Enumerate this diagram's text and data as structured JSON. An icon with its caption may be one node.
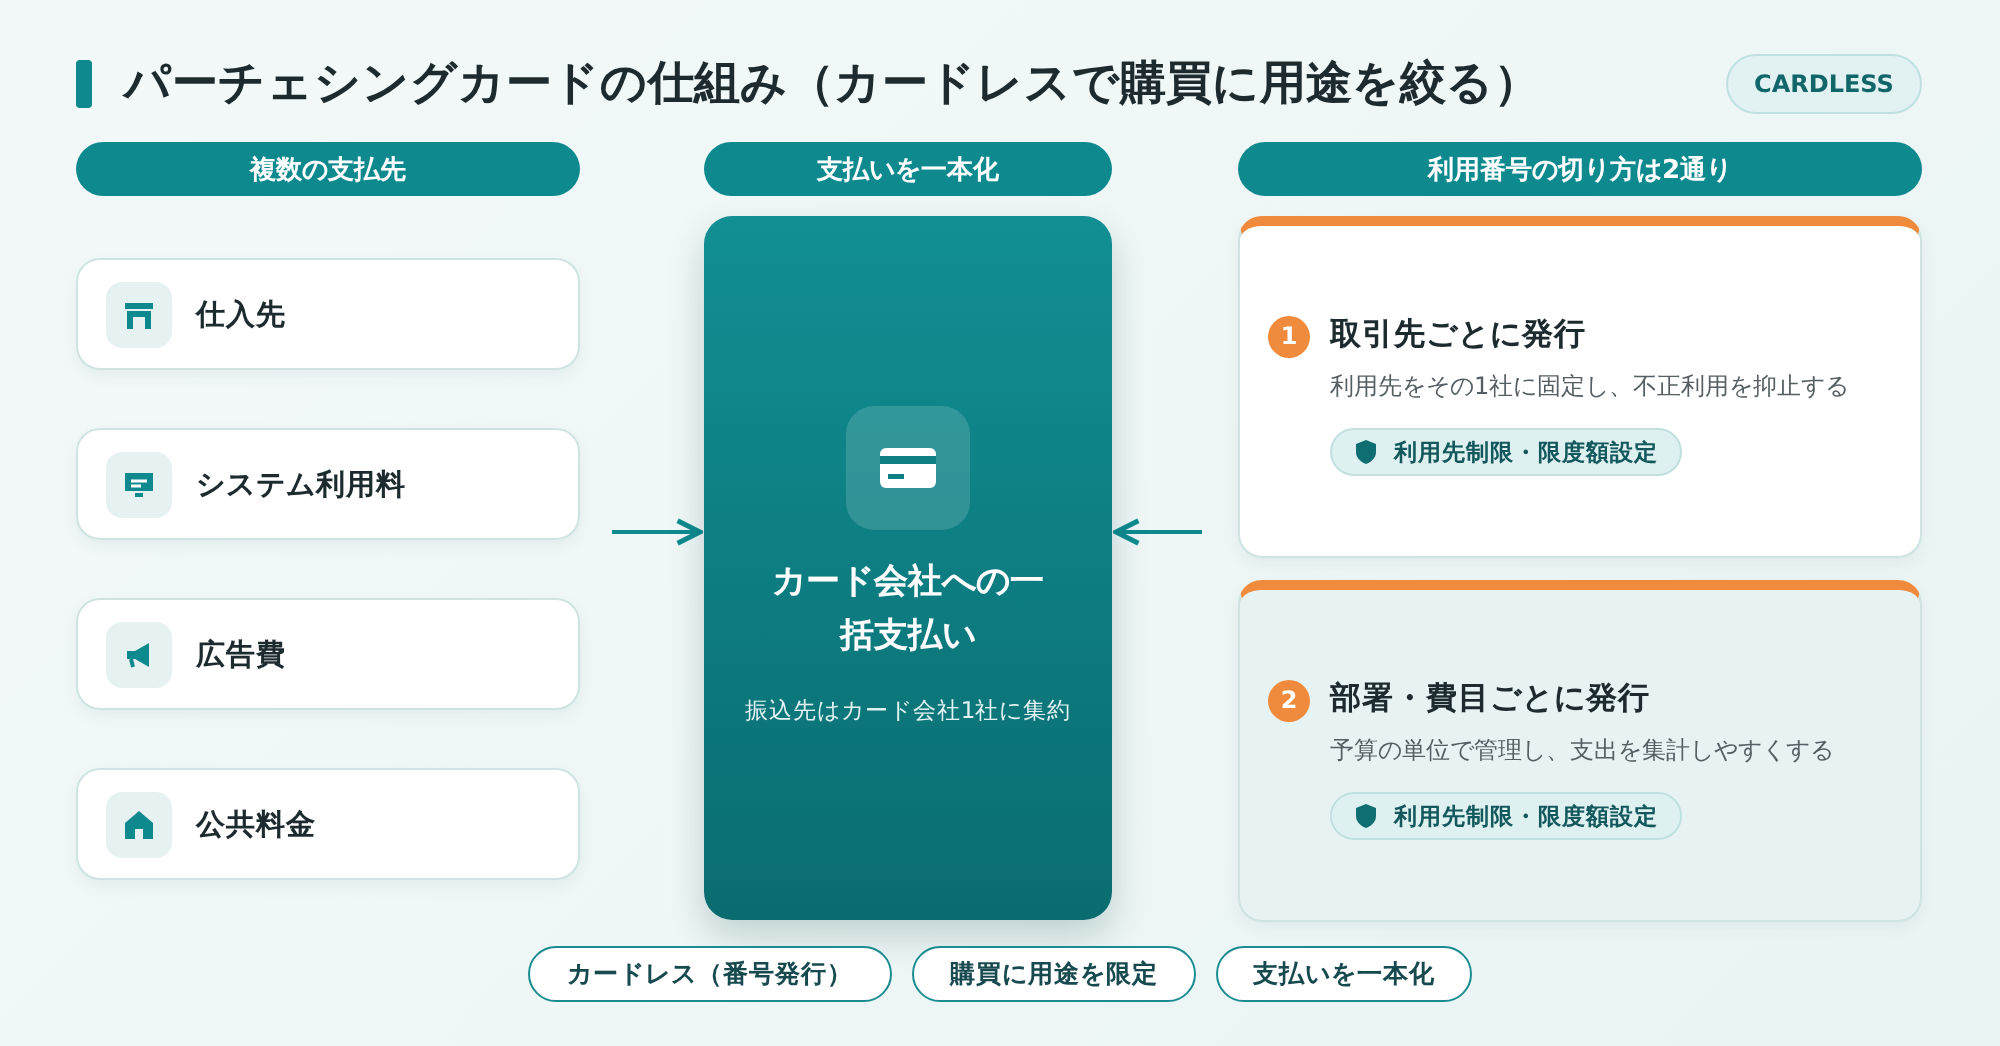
{
  "diagram": {
    "title": "パーチェシングカードの仕組み（カードレスで購買に用途を絞る）",
    "nodes": [
      {
        "text": [
          "CARDLESS"
        ]
      },
      {
        "text": [
          "複数の支払先"
        ]
      },
      {
        "text": [
          "支払いを一本化"
        ]
      },
      {
        "text": [
          "利用番号の切り方は2通り"
        ]
      },
      {
        "text": [
          "仕入先"
        ]
      },
      {
        "text": [
          "システム利用料"
        ]
      },
      {
        "text": [
          "広告費"
        ]
      },
      {
        "text": [
          "公共料金"
        ]
      },
      {
        "text": [
          "カード会社への一括支払い",
          "振込先はカード会社1社に集約"
        ]
      },
      {
        "text": [
          "1",
          "取引先ごとに発行",
          "利用先をその1社に固定し、不正利用を抑止する"
        ]
      },
      {
        "text": [
          "利用先制限・限度額設定"
        ],
        "in": 9
      },
      {
        "text": [
          "2",
          "部署・費目ごとに発行",
          "予算の単位で管理し、支出を集計しやすくする"
        ]
      },
      {
        "text": [
          "利用先制限・限度額設定"
        ],
        "in": 11
      },
      {
        "text": [
          "カードレス（番号発行）"
        ]
      },
      {
        "text": [
          "購買に用途を限定"
        ]
      },
      {
        "text": [
          "支払いを一本化"
        ]
      }
    ],
    "edges": [
      {
        "from": null,
        "to": 8,
        "arrow": "to"
      },
      {
        "from": null,
        "to": 8,
        "arrow": "to"
      }
    ]
  }
}
